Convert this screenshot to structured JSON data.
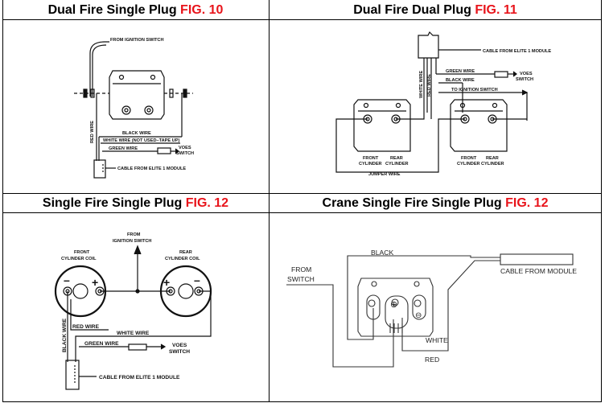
{
  "panels": [
    {
      "title": "Dual Fire Single Plug ",
      "fig": "FIG. 10"
    },
    {
      "title": "Dual Fire Dual Plug ",
      "fig": "FIG. 11"
    },
    {
      "title": "Single Fire Single Plug ",
      "fig": "FIG. 12"
    },
    {
      "title": "Crane Single Fire Single Plug ",
      "fig": "FIG. 12"
    }
  ],
  "fig10": {
    "from_ignition": "FROM IGNITION SWITCH",
    "red_wire": "RED WIRE",
    "black_wire": "BLACK WIRE",
    "white_wire": "WHITE WIRE (NOT USED–TAPE UP)",
    "green_wire": "GREEN WIRE",
    "voes_1": "VOES",
    "voes_2": "SWITCH",
    "cable": "CABLE FROM ELITE 1 MODULE"
  },
  "fig11": {
    "cable": "CABLE FROM ELITE 1 MODULE",
    "white_wire": "WHITE WIRE",
    "red_wire": "RED WIRE",
    "green_wire": "GREEN WIRE",
    "black_wire": "BLACK WIRE",
    "voes_1": "VOES",
    "voes_2": "SWITCH",
    "to_ignition": "TO IGNITION SWITCH",
    "front_1": "FRONT",
    "front_2": "CYLINDER",
    "rear_1": "REAR",
    "rear_2": "CYLINDER",
    "front2_1": "FRONT",
    "front2_2": "CYLINDER",
    "rear2_1": "REAR",
    "rear2_2": "CYLINDER",
    "jumper": "JUMPER WIRE"
  },
  "fig12": {
    "from_1": "FROM",
    "from_2": "IGNITION SWITCH",
    "front_1": "FRONT",
    "front_2": "CYLINDER COIL",
    "rear_1": "REAR",
    "rear_2": "CYLINDER COIL",
    "plus_a": "+",
    "minus_a": "–",
    "plus_b": "+",
    "minus_b": "–",
    "red_wire": "RED WIRE",
    "white_wire": "WHITE WIRE",
    "black_wire": "BLACK WIRE",
    "green_wire": "GREEN WIRE",
    "voes_1": "VOES",
    "voes_2": "SWITCH",
    "cable": "CABLE FROM ELITE 1 MODULE"
  },
  "crane": {
    "black": "BLACK",
    "from_1": "FROM",
    "from_2": "SWITCH",
    "cable": "CABLE FROM MODULE",
    "white": "WHITE",
    "red": "RED",
    "plus": "⊕",
    "minus": "⊖"
  }
}
